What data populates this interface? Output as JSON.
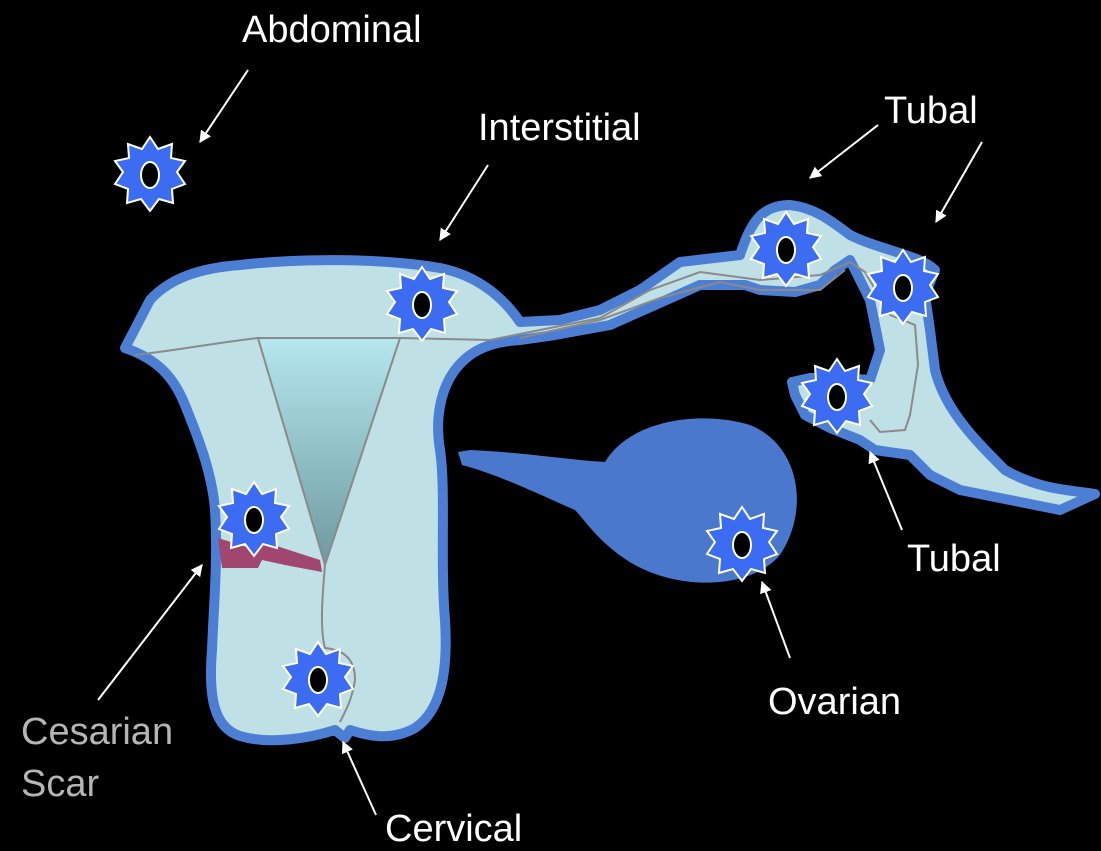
{
  "labels": {
    "abdominal": "Abdominal",
    "interstitial": "Interstitial",
    "tubal_top": "Tubal",
    "tubal_bottom": "Tubal",
    "ovarian": "Ovarian",
    "cervical": "Cervical",
    "cesarian_line1": "Cesarian",
    "cesarian_line2": "Scar"
  },
  "colors": {
    "background": "#000000",
    "organ_fill": "#bfe1e5",
    "organ_outline": "#4c7fd3",
    "ovary_fill": "#4a78cc",
    "implant_star": "#3b6cf2",
    "scar": "#a0466f",
    "label_text": "#ffffff",
    "cesarian_text": "#b5b5b5",
    "arrow": "#ffffff"
  }
}
